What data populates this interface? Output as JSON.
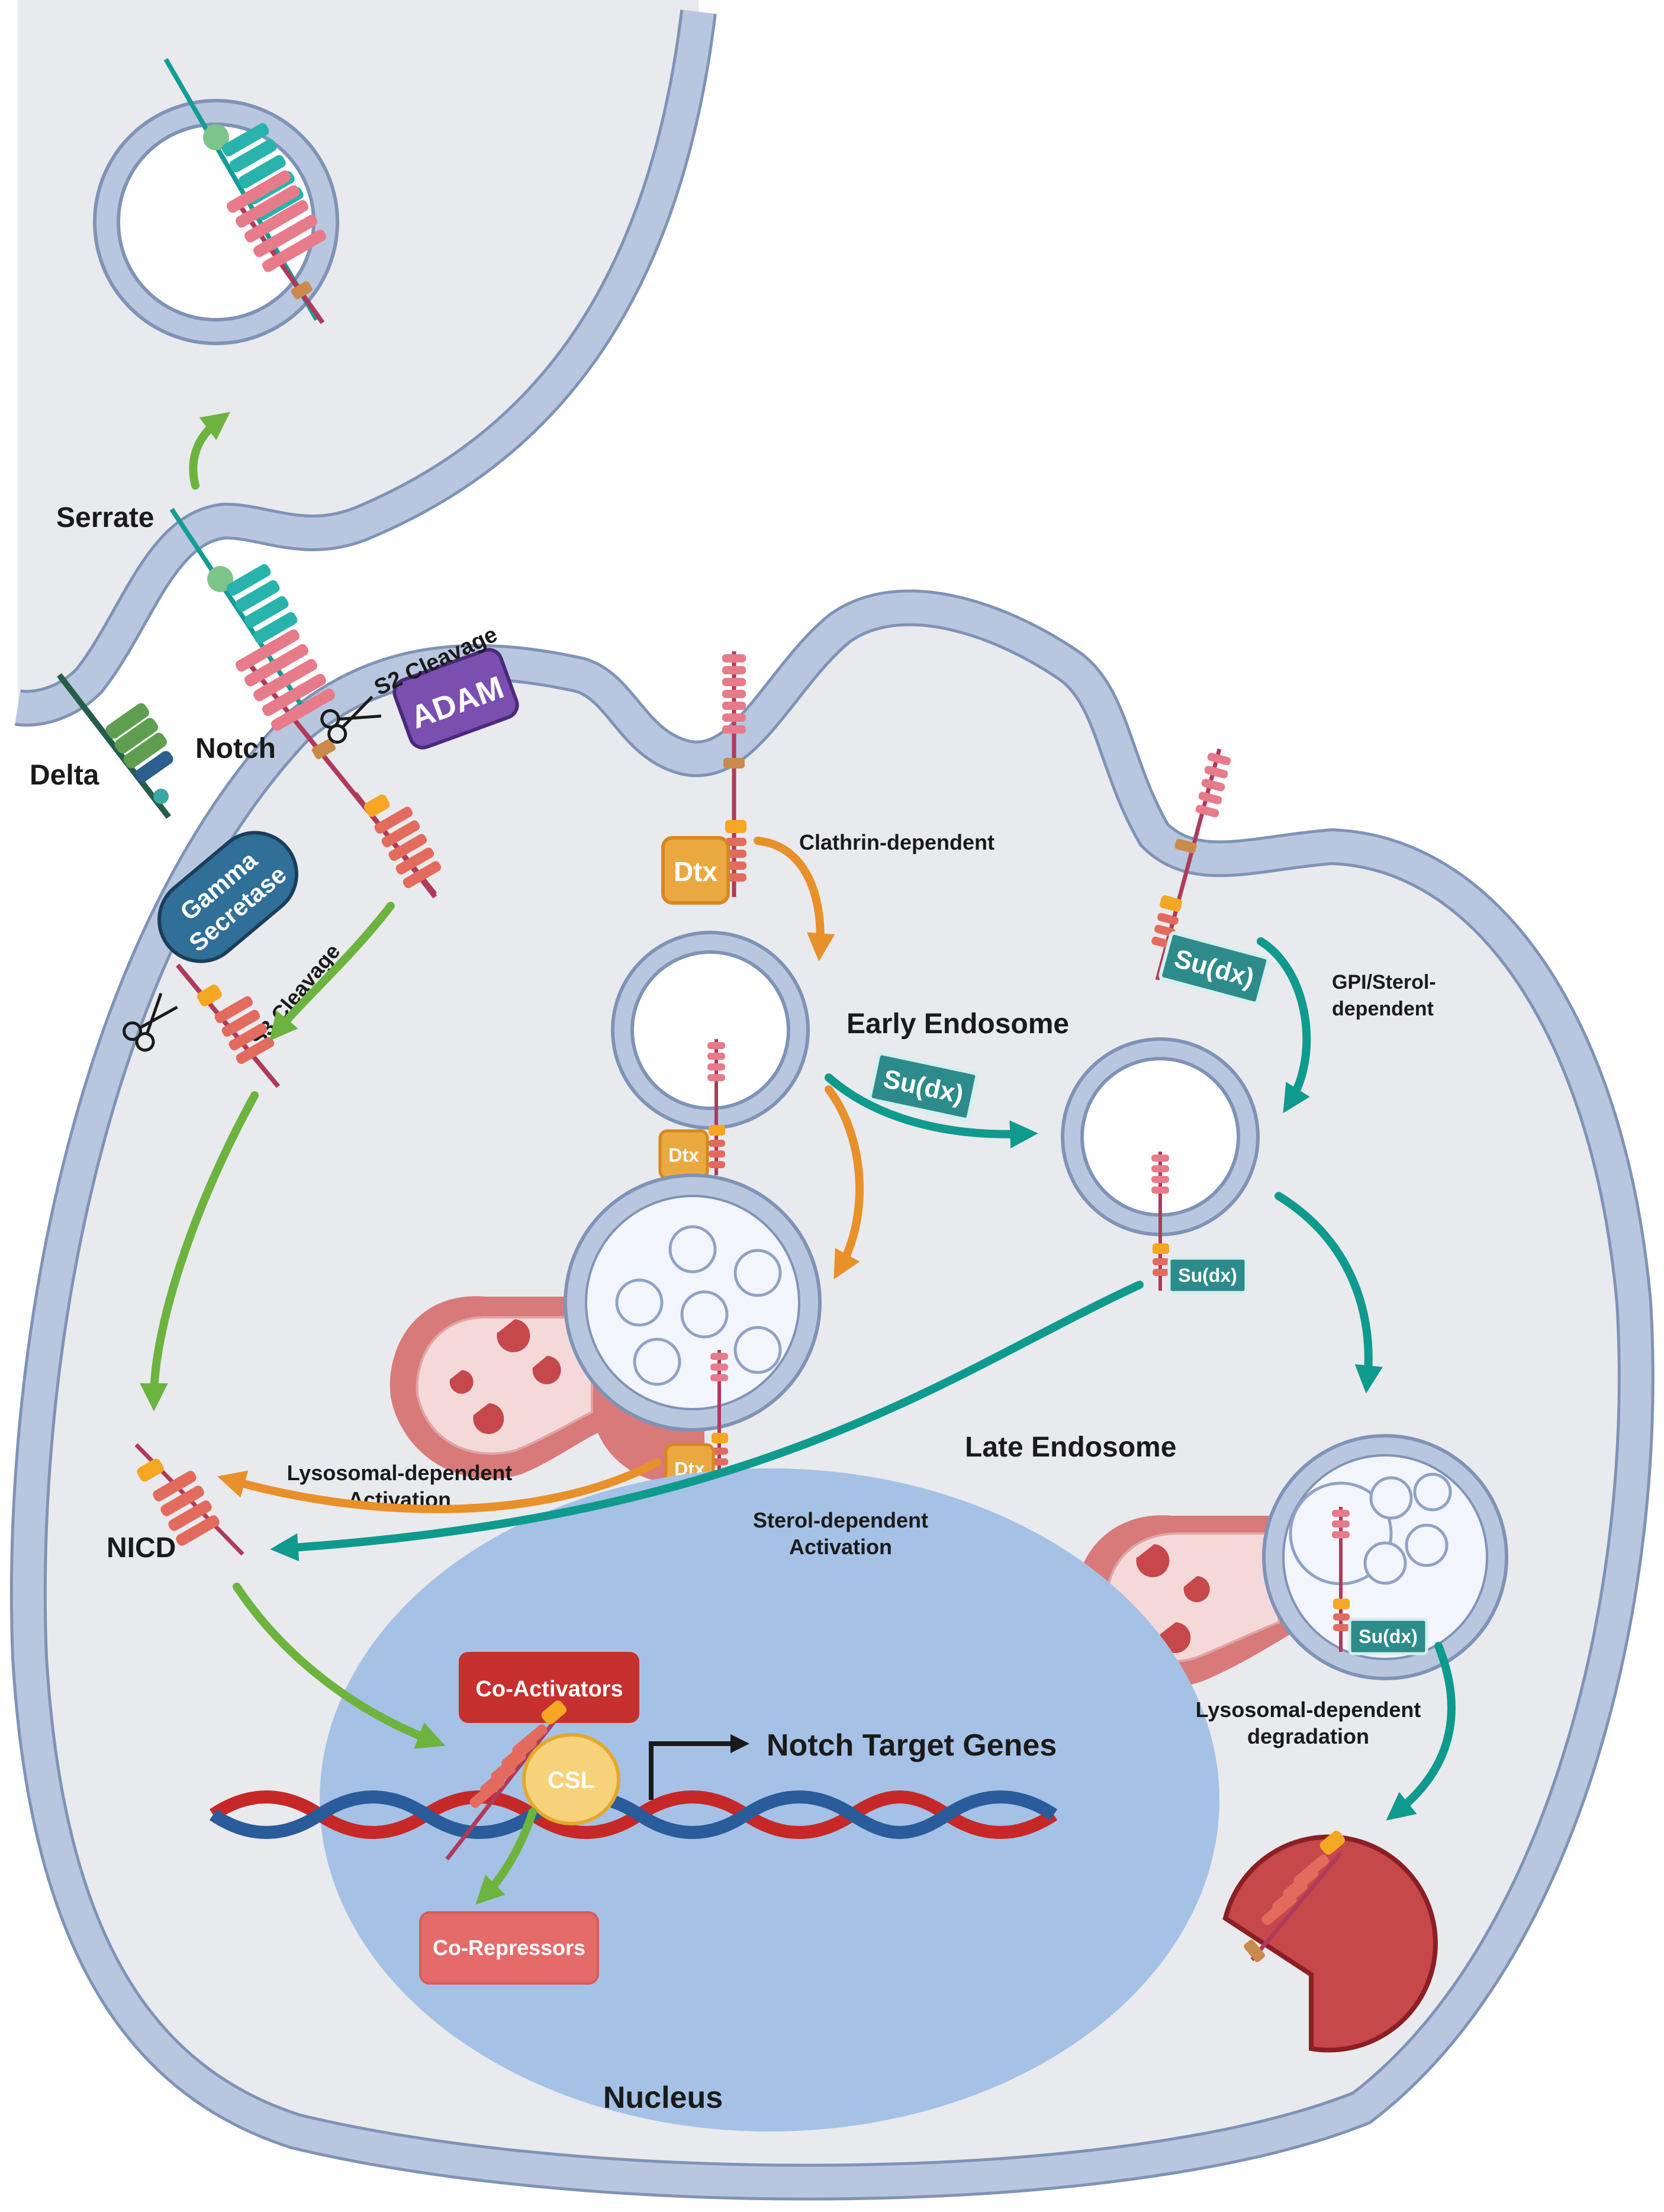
{
  "labels": {
    "serrate": "Serrate",
    "delta": "Delta",
    "notch": "Notch",
    "s2_cleavage": "S2 Cleavage",
    "adam": "ADAM",
    "gamma": "Gamma",
    "secretase": "Secretase",
    "s3_cleavage": "S3 Cleavage",
    "dtx": "Dtx",
    "sudx": "Su(dx)",
    "clathrin": "Clathrin-dependent",
    "gpi_line1": "GPI/Sterol-",
    "gpi_line2": "dependent",
    "early_endosome": "Early Endosome",
    "late_endosome": "Late Endosome",
    "lyso_act_line1": "Lysosomal-dependent",
    "lyso_act_line2": "Activation",
    "sterol_act_line1": "Sterol-dependent",
    "sterol_act_line2": "Activation",
    "nicd": "NICD",
    "co_activators": "Co-Activators",
    "csl": "CSL",
    "notch_target_genes": "Notch Target Genes",
    "co_repressors": "Co-Repressors",
    "nucleus": "Nucleus",
    "lyso_deg_line1": "Lysosomal-dependent",
    "lyso_deg_line2": "degradation"
  },
  "colors": {
    "green_arrow": "#6db33f",
    "orange_arrow": "#e8902a",
    "teal_arrow": "#0f9a8e",
    "membrane": "#b8c7df",
    "membrane_edge": "#7f93b6",
    "cytoplasm": "#e9eaed",
    "nucleus": "#a5c1e6",
    "lysosome": "#c6484b",
    "adam": "#7a4fb0",
    "gamma_secretase": "#2f6f98",
    "dtx": "#eaa940",
    "sudx": "#2e8b8b",
    "notch_receptor": "#e77b8a",
    "ligand": "#28b3ad"
  }
}
